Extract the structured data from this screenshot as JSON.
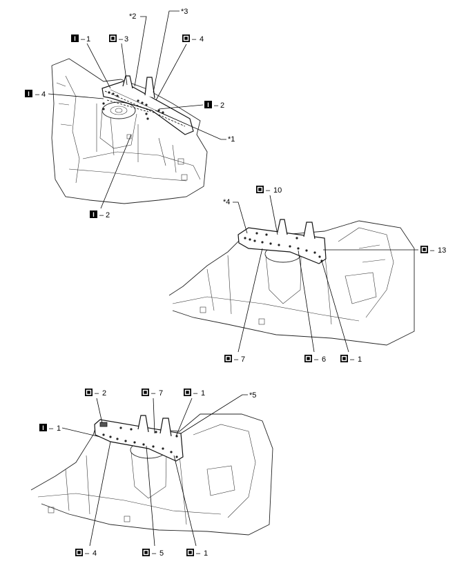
{
  "views": [
    {
      "id": "view-1",
      "callouts": [
        {
          "badge": "I",
          "label": "1"
        },
        {
          "badge": "O",
          "label": "3"
        },
        {
          "badge": null,
          "label": "*2"
        },
        {
          "badge": null,
          "label": "*3"
        },
        {
          "badge": "O",
          "label": "4"
        },
        {
          "badge": "I",
          "label": "4"
        },
        {
          "badge": "I",
          "label": "2"
        },
        {
          "badge": null,
          "label": "*1"
        },
        {
          "badge": "I",
          "label": "2"
        }
      ]
    },
    {
      "id": "view-2",
      "callouts": [
        {
          "badge": null,
          "label": "*4"
        },
        {
          "badge": "O",
          "label": "10"
        },
        {
          "badge": "O",
          "label": "13"
        },
        {
          "badge": "O",
          "label": "7"
        },
        {
          "badge": "O",
          "label": "6"
        },
        {
          "badge": "O",
          "label": "1"
        }
      ]
    },
    {
      "id": "view-3",
      "callouts": [
        {
          "badge": "O",
          "label": "2"
        },
        {
          "badge": "O",
          "label": "7"
        },
        {
          "badge": "O",
          "label": "1"
        },
        {
          "badge": null,
          "label": "*5"
        },
        {
          "badge": "I",
          "label": "1"
        },
        {
          "badge": "O",
          "label": "4"
        },
        {
          "badge": "O",
          "label": "5"
        },
        {
          "badge": "O",
          "label": "1"
        }
      ]
    }
  ]
}
